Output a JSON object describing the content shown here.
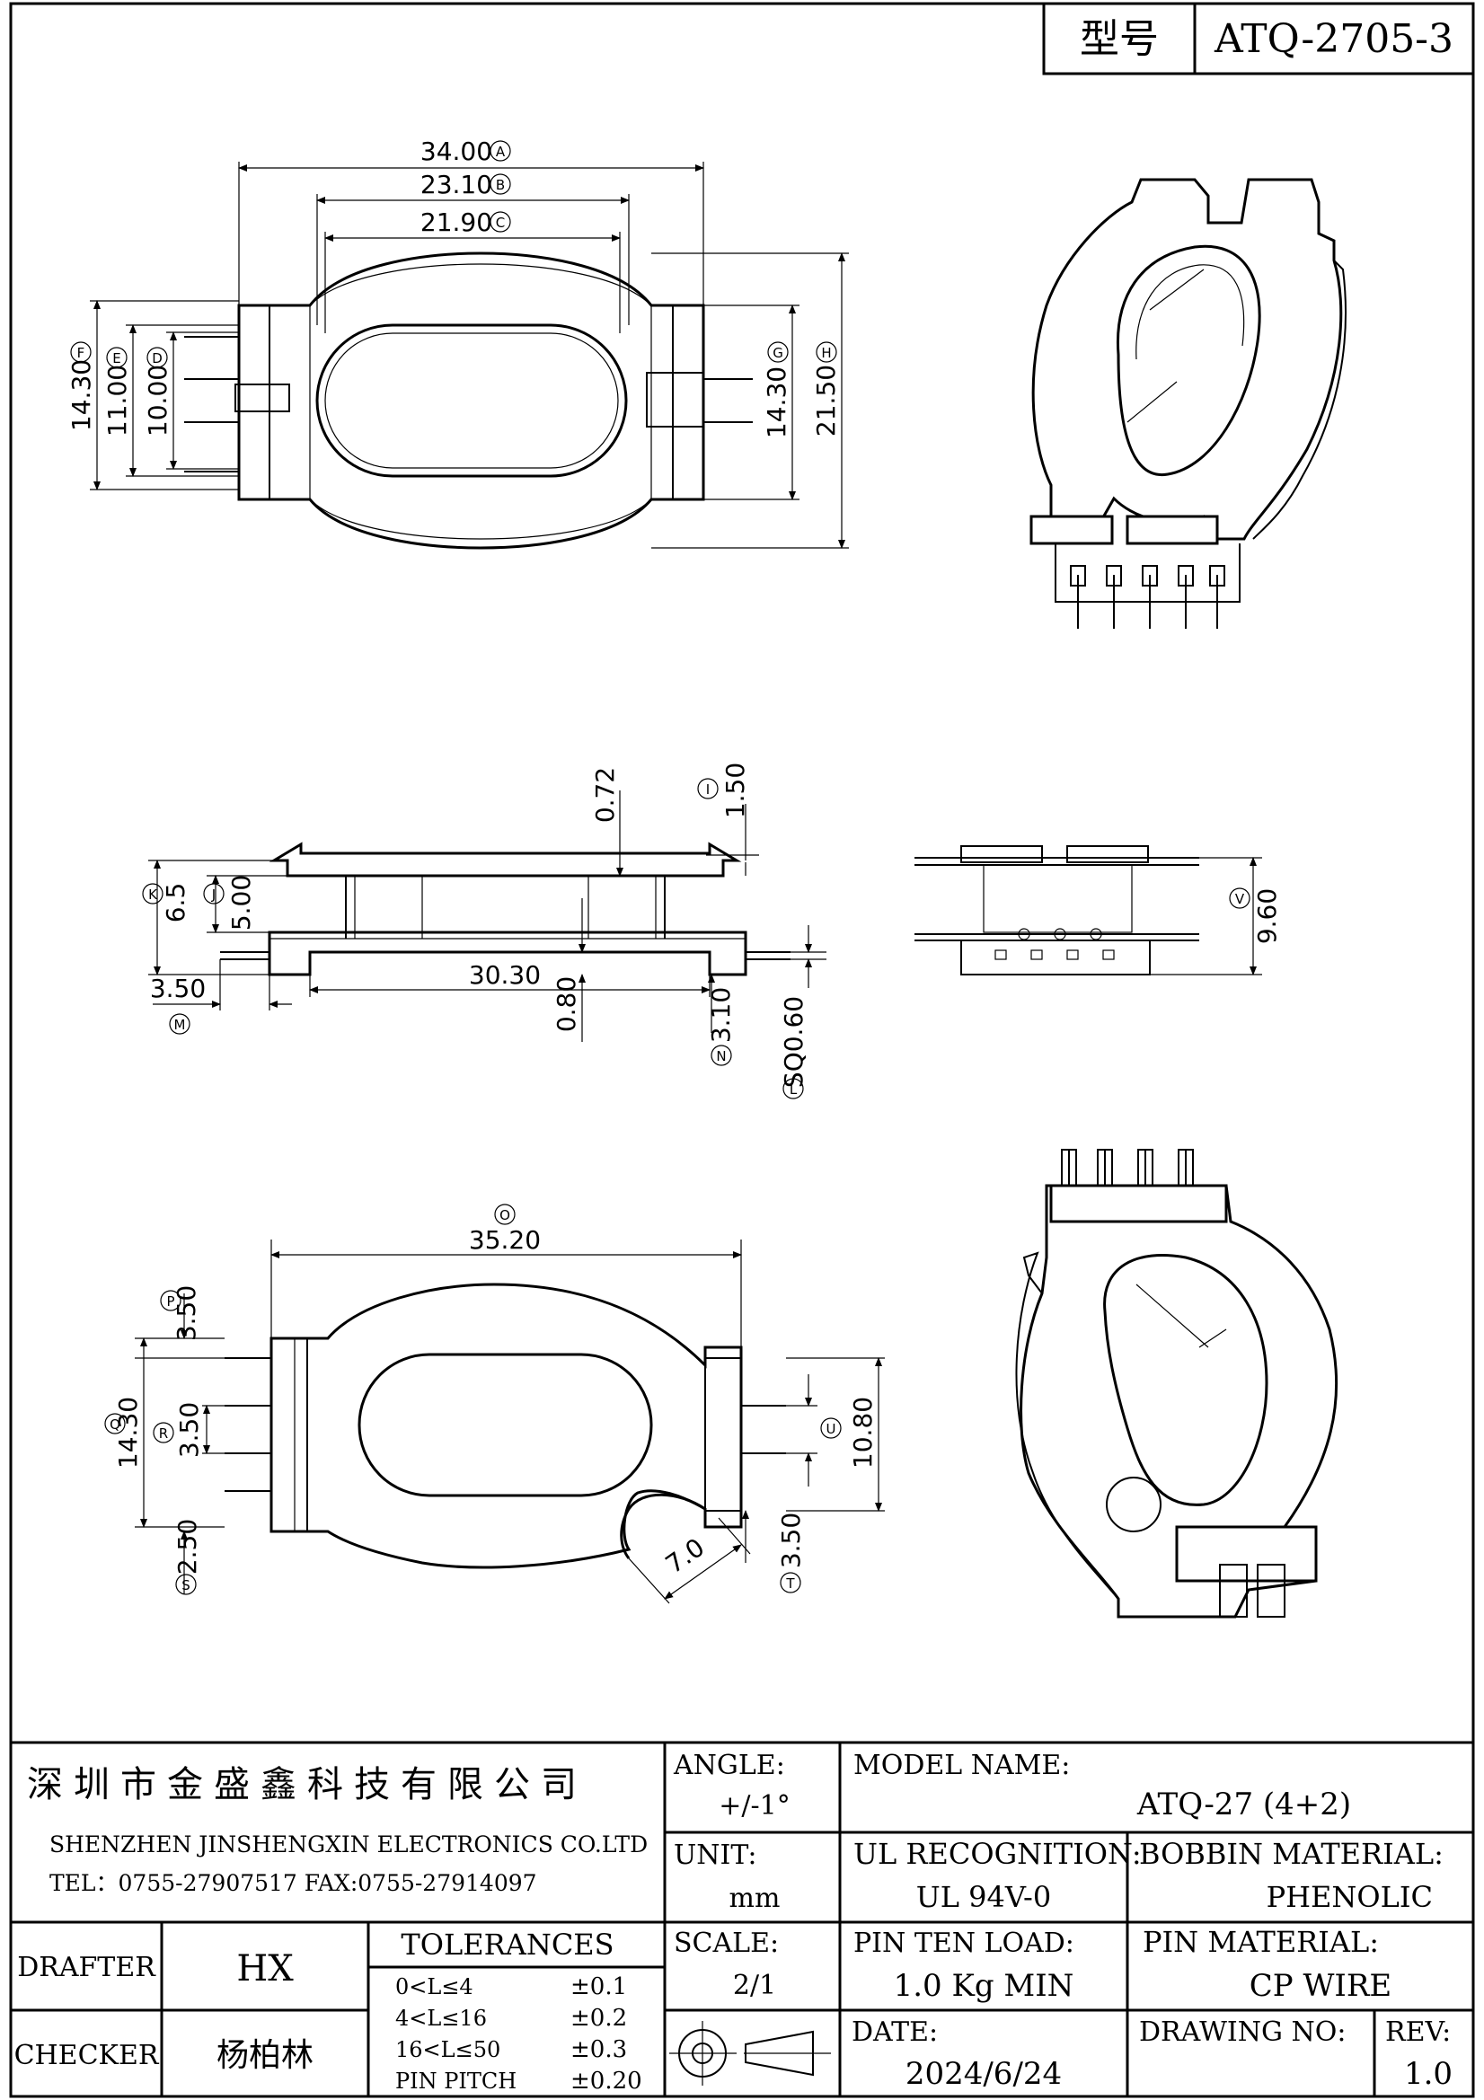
{
  "title_block_top": {
    "model_label": "型号",
    "model_value": "ATQ-2705-3"
  },
  "dimensions": {
    "top_view": {
      "a": "34.00",
      "a_tag": "A",
      "b": "23.10",
      "b_tag": "B",
      "c": "21.90",
      "c_tag": "C",
      "d": "10.00",
      "d_tag": "D",
      "e": "11.00",
      "e_tag": "E",
      "f": "14.30",
      "f_tag": "F",
      "g": "14.30",
      "g_tag": "G",
      "h": "21.50",
      "h_tag": "H"
    },
    "side_view": {
      "i": "1.50",
      "i_tag": "I",
      "top_gap": "0.72",
      "j": "5.00",
      "j_tag": "J",
      "k": "6.5",
      "k_tag": "K",
      "m": "3.50",
      "m_tag": "M",
      "width": "30.30",
      "bottom_gap": "0.80",
      "n": "3.10",
      "n_tag": "N",
      "l": "SQ0.60",
      "l_tag": "L"
    },
    "end_view": {
      "v": "9.60",
      "v_tag": "V"
    },
    "bottom_view": {
      "o": "35.20",
      "o_tag": "O",
      "p": "3.50",
      "p_tag": "P",
      "q": "14.30",
      "q_tag": "Q",
      "r": "3.50",
      "r_tag": "R",
      "s": "2.50",
      "s_tag": "S",
      "u": "10.80",
      "u_tag": "U",
      "t": "3.50",
      "t_tag": "T",
      "notch": "7.0"
    }
  },
  "title_block": {
    "company_cn": "深圳市金盛鑫科技有限公司",
    "company_en": "SHENZHEN  JINSHENGXIN  ELECTRONICS   CO.LTD",
    "contact": "TEL：0755-27907517    FAX:0755-27914097",
    "angle_label": "ANGLE:",
    "angle_value": "+/-1°",
    "model_name_label": "MODEL NAME:",
    "model_name_value": "ATQ-27 (4+2)",
    "unit_label": "UNIT:",
    "unit_value": "mm",
    "ul_label": "UL RECOGNITION:",
    "ul_value": "UL 94V-0",
    "bobbin_label": "BOBBIN MATERIAL:",
    "bobbin_value": "PHENOLIC",
    "drafter_label": "DRAFTER",
    "drafter_value": "HX",
    "tolerances_label": "TOLERANCES",
    "tolerances": [
      {
        "range": "0<L≤4",
        "value": "±0.1"
      },
      {
        "range": "4<L≤16",
        "value": "±0.2"
      },
      {
        "range": "16<L≤50",
        "value": "±0.3"
      },
      {
        "range": "PIN PITCH",
        "value": "±0.20"
      }
    ],
    "scale_label": "SCALE:",
    "scale_value": "2/1",
    "pin_load_label": "PIN TEN LOAD:",
    "pin_load_value": "1.0 Kg MIN",
    "pin_material_label": "PIN MATERIAL:",
    "pin_material_value": "CP WIRE",
    "checker_label": "CHECKER",
    "checker_value": "杨柏林",
    "date_label": "DATE:",
    "date_value": "2024/6/24",
    "drawing_no_label": "DRAWING NO:",
    "drawing_no_value": "",
    "rev_label": "REV:",
    "rev_value": "1.0"
  }
}
